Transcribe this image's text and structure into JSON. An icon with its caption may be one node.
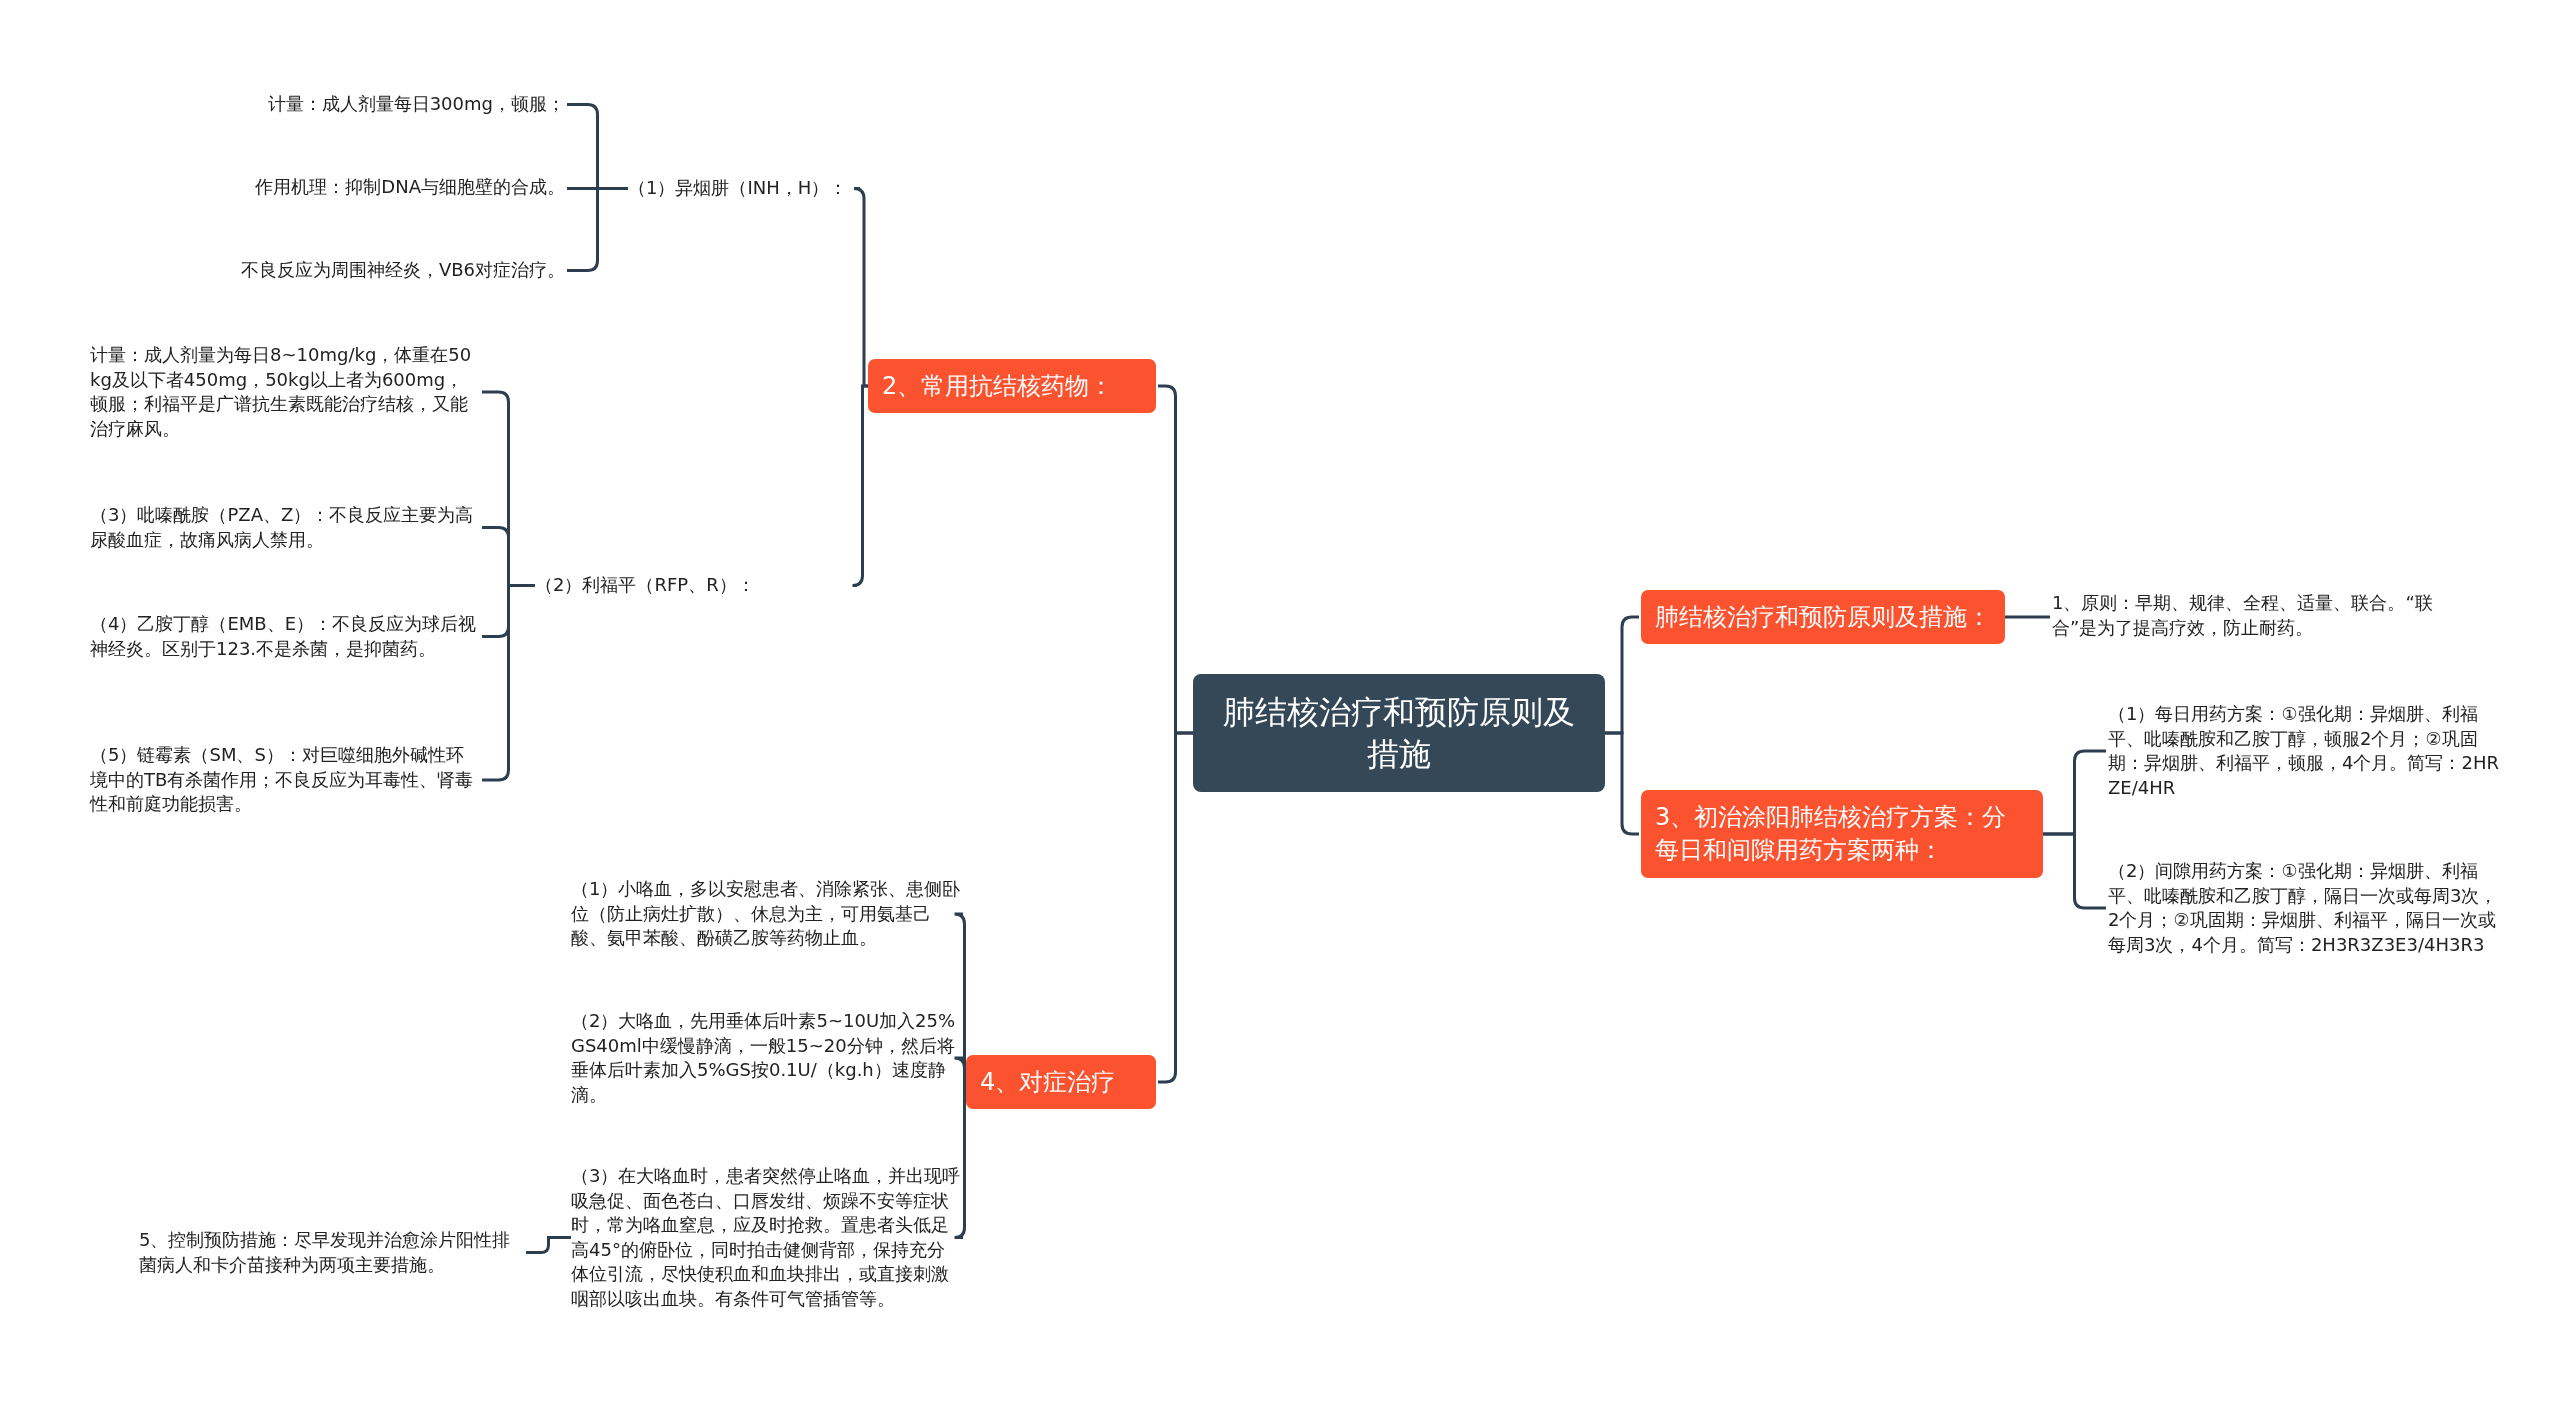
{
  "diagram": {
    "nodes": [
      {
        "text": [
          "肺结核治疗和预防原则及措施"
        ]
      },
      {
        "text": [
          "2、常用抗结核药物："
        ]
      },
      {
        "text": [
          "（1）异烟肼（INH，H）："
        ]
      },
      {
        "text": [
          "计量：成人剂量每日300mg，顿服；"
        ]
      },
      {
        "text": [
          "作用机理：抑制DNA与细胞壁的合成。"
        ]
      },
      {
        "text": [
          "不良反应为周围神经炎，VB6对症治疗。"
        ]
      },
      {
        "text": [
          "（2）利福平（RFP、R）："
        ]
      },
      {
        "text": [
          "计量：成人剂量为每日8~10mg/kg，体重在50kg及以下者450mg，50kg以上者为600mg，顿服；利福平是广谱抗生素既能治疗结核，又能治疗麻风。"
        ]
      },
      {
        "text": [
          "（3）吡嗪酰胺（PZA、Z）：不良反应主要为高尿酸血症，故痛风病人禁用。"
        ]
      },
      {
        "text": [
          "（4）乙胺丁醇（EMB、E）：不良反应为球后视神经炎。区别于123.不是杀菌，是抑菌药。"
        ]
      },
      {
        "text": [
          "（5）链霉素（SM、S）：对巨噬细胞外碱性环境中的TB有杀菌作用；不良反应为耳毒性、肾毒性和前庭功能损害。"
        ]
      },
      {
        "text": [
          "4、对症治疗"
        ]
      },
      {
        "text": [
          "（1）小咯血，多以安慰患者、消除紧张、患侧卧位（防止病灶扩散）、休息为主，可用氨基己酸、氨甲苯酸、酚磺乙胺等药物止血。"
        ]
      },
      {
        "text": [
          "（2）大咯血，先用垂体后叶素5~10U加入25%GS40ml中缓慢静滴，一般15~20分钟，然后将垂体后叶素加入5%GS按0.1U/（kg.h）速度静滴。"
        ]
      },
      {
        "text": [
          "（3）在大咯血时，患者突然停止咯血，并出现呼吸急促、面色苍白、口唇发绀、烦躁不安等症状时，常为咯血窒息，应及时抢救。置患者头低足高45°的俯卧位，同时拍击健侧背部，保持充分体位引流，尽快使积血和血块排出，或直接刺激咽部以咳出血块。有条件可气管插管等。"
        ]
      },
      {
        "text": [
          "5、控制预防措施：尽早发现并治愈涂片阳性排菌病人和卡介苗接种为两项主要措施。"
        ]
      },
      {
        "text": [
          "肺结核治疗和预防原则及措施："
        ]
      },
      {
        "text": [
          "1、原则：早期、规律、全程、适量、联合。“联合”是为了提高疗效，防止耐药。"
        ]
      },
      {
        "text": [
          "3、初治涂阳肺结核治疗方案：分每日和间隙用药方案两种："
        ]
      },
      {
        "text": [
          "（1）每日用药方案：①强化期：异烟肼、利福平、吡嗪酰胺和乙胺丁醇，顿服2个月；②巩固期：异烟肼、利福平，顿服，4个月。简写：2HRZE/4HR"
        ]
      },
      {
        "text": [
          "（2）间隙用药方案：①强化期：异烟肼、利福平、吡嗪酰胺和乙胺丁醇，隔日一次或每周3次，2个月；②巩固期：异烟肼、利福平，隔日一次或每周3次，4个月。简写：2H3R3Z3E3/4H3R3"
        ]
      }
    ],
    "edges": [
      {
        "from": 0,
        "to": 1,
        "arrow": "none"
      },
      {
        "from": 0,
        "to": 11,
        "arrow": "none"
      },
      {
        "from": 0,
        "to": 16,
        "arrow": "none"
      },
      {
        "from": 0,
        "to": 18,
        "arrow": "none"
      },
      {
        "from": 1,
        "to": 2,
        "arrow": "none"
      },
      {
        "from": 1,
        "to": 6,
        "arrow": "none"
      },
      {
        "from": 2,
        "to": 3,
        "arrow": "none"
      },
      {
        "from": 2,
        "to": 4,
        "arrow": "none"
      },
      {
        "from": 2,
        "to": 5,
        "arrow": "none"
      },
      {
        "from": 6,
        "to": 7,
        "arrow": "none"
      },
      {
        "from": 6,
        "to": 8,
        "arrow": "none"
      },
      {
        "from": 6,
        "to": 9,
        "arrow": "none"
      },
      {
        "from": 6,
        "to": 10,
        "arrow": "none"
      },
      {
        "from": 11,
        "to": 12,
        "arrow": "none"
      },
      {
        "from": 11,
        "to": 13,
        "arrow": "none"
      },
      {
        "from": 11,
        "to": 14,
        "arrow": "none"
      },
      {
        "from": 14,
        "to": 15,
        "arrow": "none"
      },
      {
        "from": 16,
        "to": 17,
        "arrow": "none"
      },
      {
        "from": 18,
        "to": 19,
        "arrow": "none"
      },
      {
        "from": 18,
        "to": 20,
        "arrow": "none"
      }
    ]
  }
}
